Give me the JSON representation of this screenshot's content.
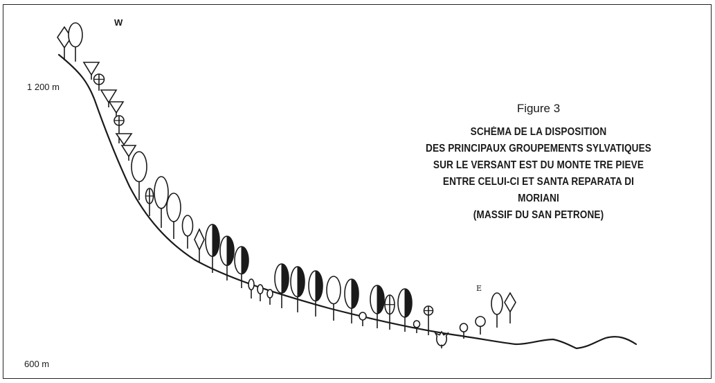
{
  "labels": {
    "west": "W",
    "east": "E",
    "altitude_top": "1 200  m",
    "altitude_bottom": "600  m"
  },
  "caption": {
    "figure_number": "Figure 3",
    "title_lines": [
      "SCHÉMA DE LA DISPOSITION",
      "DES PRINCIPAUX GROUPEMENTS SYLVATIQUES",
      "SUR LE VERSANT EST DU MONTE TRE PIEVE",
      "ENTRE CELUI-CI ET SANTA REPARATA DI MORIANI",
      "(MASSIF DU SAN PETRONE)"
    ]
  },
  "colors": {
    "ink": "#1a1a1a",
    "background": "#ffffff"
  },
  "tree_symbols": [
    "diamond-tree",
    "oval-tree",
    "triangle-tree",
    "crossed-circle-tree",
    "half-filled-oval-tree",
    "small-oval-tree",
    "crossed-oval-tree",
    "crown-shrub"
  ]
}
